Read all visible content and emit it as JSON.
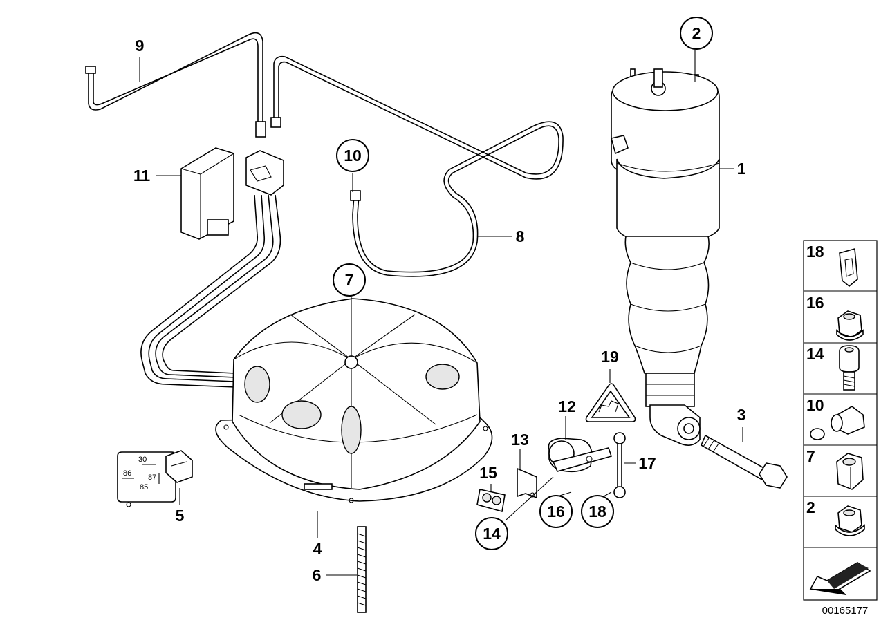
{
  "callouts": [
    {
      "id": "c1",
      "num": "1"
    },
    {
      "id": "c2",
      "num": "2"
    },
    {
      "id": "c3",
      "num": "3"
    },
    {
      "id": "c4",
      "num": "4"
    },
    {
      "id": "c5",
      "num": "5"
    },
    {
      "id": "c6",
      "num": "6"
    },
    {
      "id": "c7",
      "num": "7"
    },
    {
      "id": "c8",
      "num": "8"
    },
    {
      "id": "c9",
      "num": "9"
    },
    {
      "id": "c10",
      "num": "10"
    },
    {
      "id": "c11",
      "num": "11"
    },
    {
      "id": "c12",
      "num": "12"
    },
    {
      "id": "c13",
      "num": "13"
    },
    {
      "id": "c14",
      "num": "14"
    },
    {
      "id": "c15",
      "num": "15"
    },
    {
      "id": "c16",
      "num": "16"
    },
    {
      "id": "c17",
      "num": "17"
    },
    {
      "id": "c18",
      "num": "18"
    },
    {
      "id": "c19",
      "num": "19"
    }
  ],
  "relay_pins": {
    "p30": "30",
    "p86": "86",
    "p87": "87",
    "p85": "85"
  },
  "legend": {
    "rows": [
      "18",
      "16",
      "14",
      "10",
      "7",
      "2"
    ]
  },
  "diagram_code": "00165177"
}
